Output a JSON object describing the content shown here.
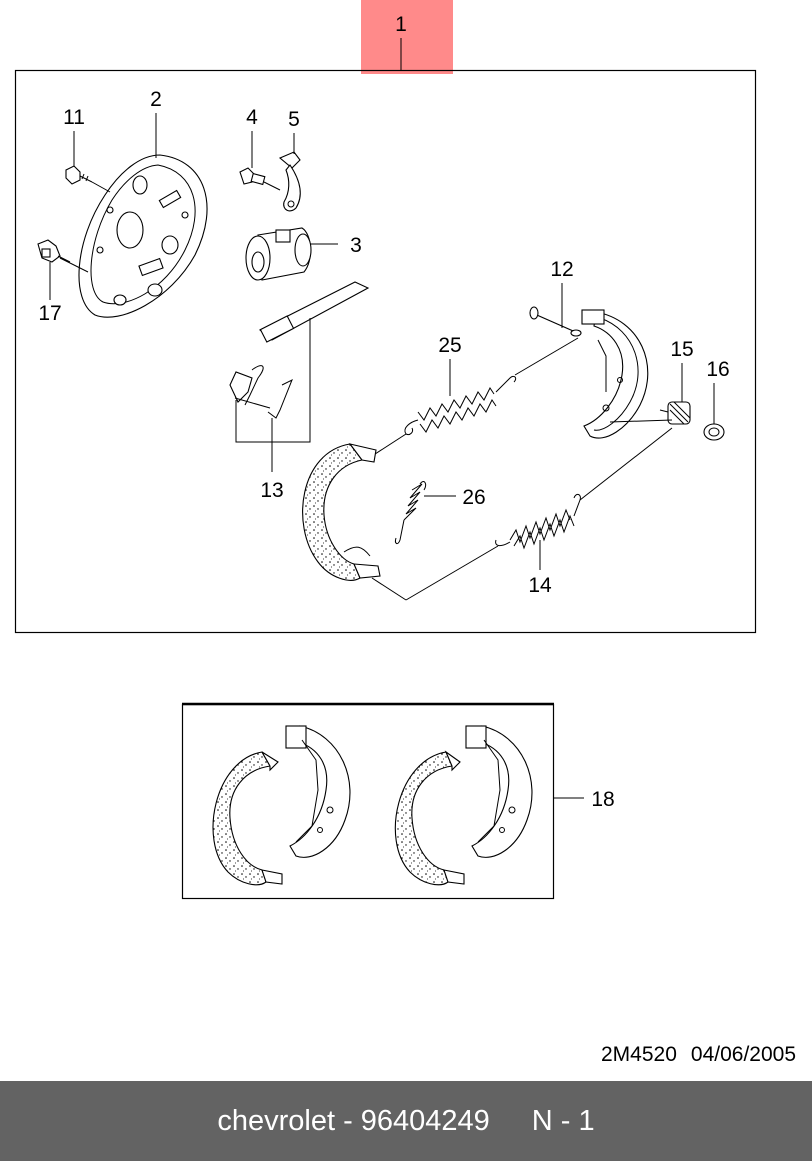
{
  "callouts": {
    "c1": "1",
    "c2": "2",
    "c3": "3",
    "c4": "4",
    "c5": "5",
    "c11": "11",
    "c12": "12",
    "c13": "13",
    "c14": "14",
    "c15": "15",
    "c16": "16",
    "c17": "17",
    "c18": "18",
    "c25": "25",
    "c26": "26"
  },
  "footer": {
    "code": "2M4520",
    "date": "04/06/2005",
    "brand": "chevrolet",
    "separator": "-",
    "part_number": "96404249",
    "page": "N - 1"
  },
  "colors": {
    "highlight": "#ff8a8a",
    "bar": "#636363"
  }
}
